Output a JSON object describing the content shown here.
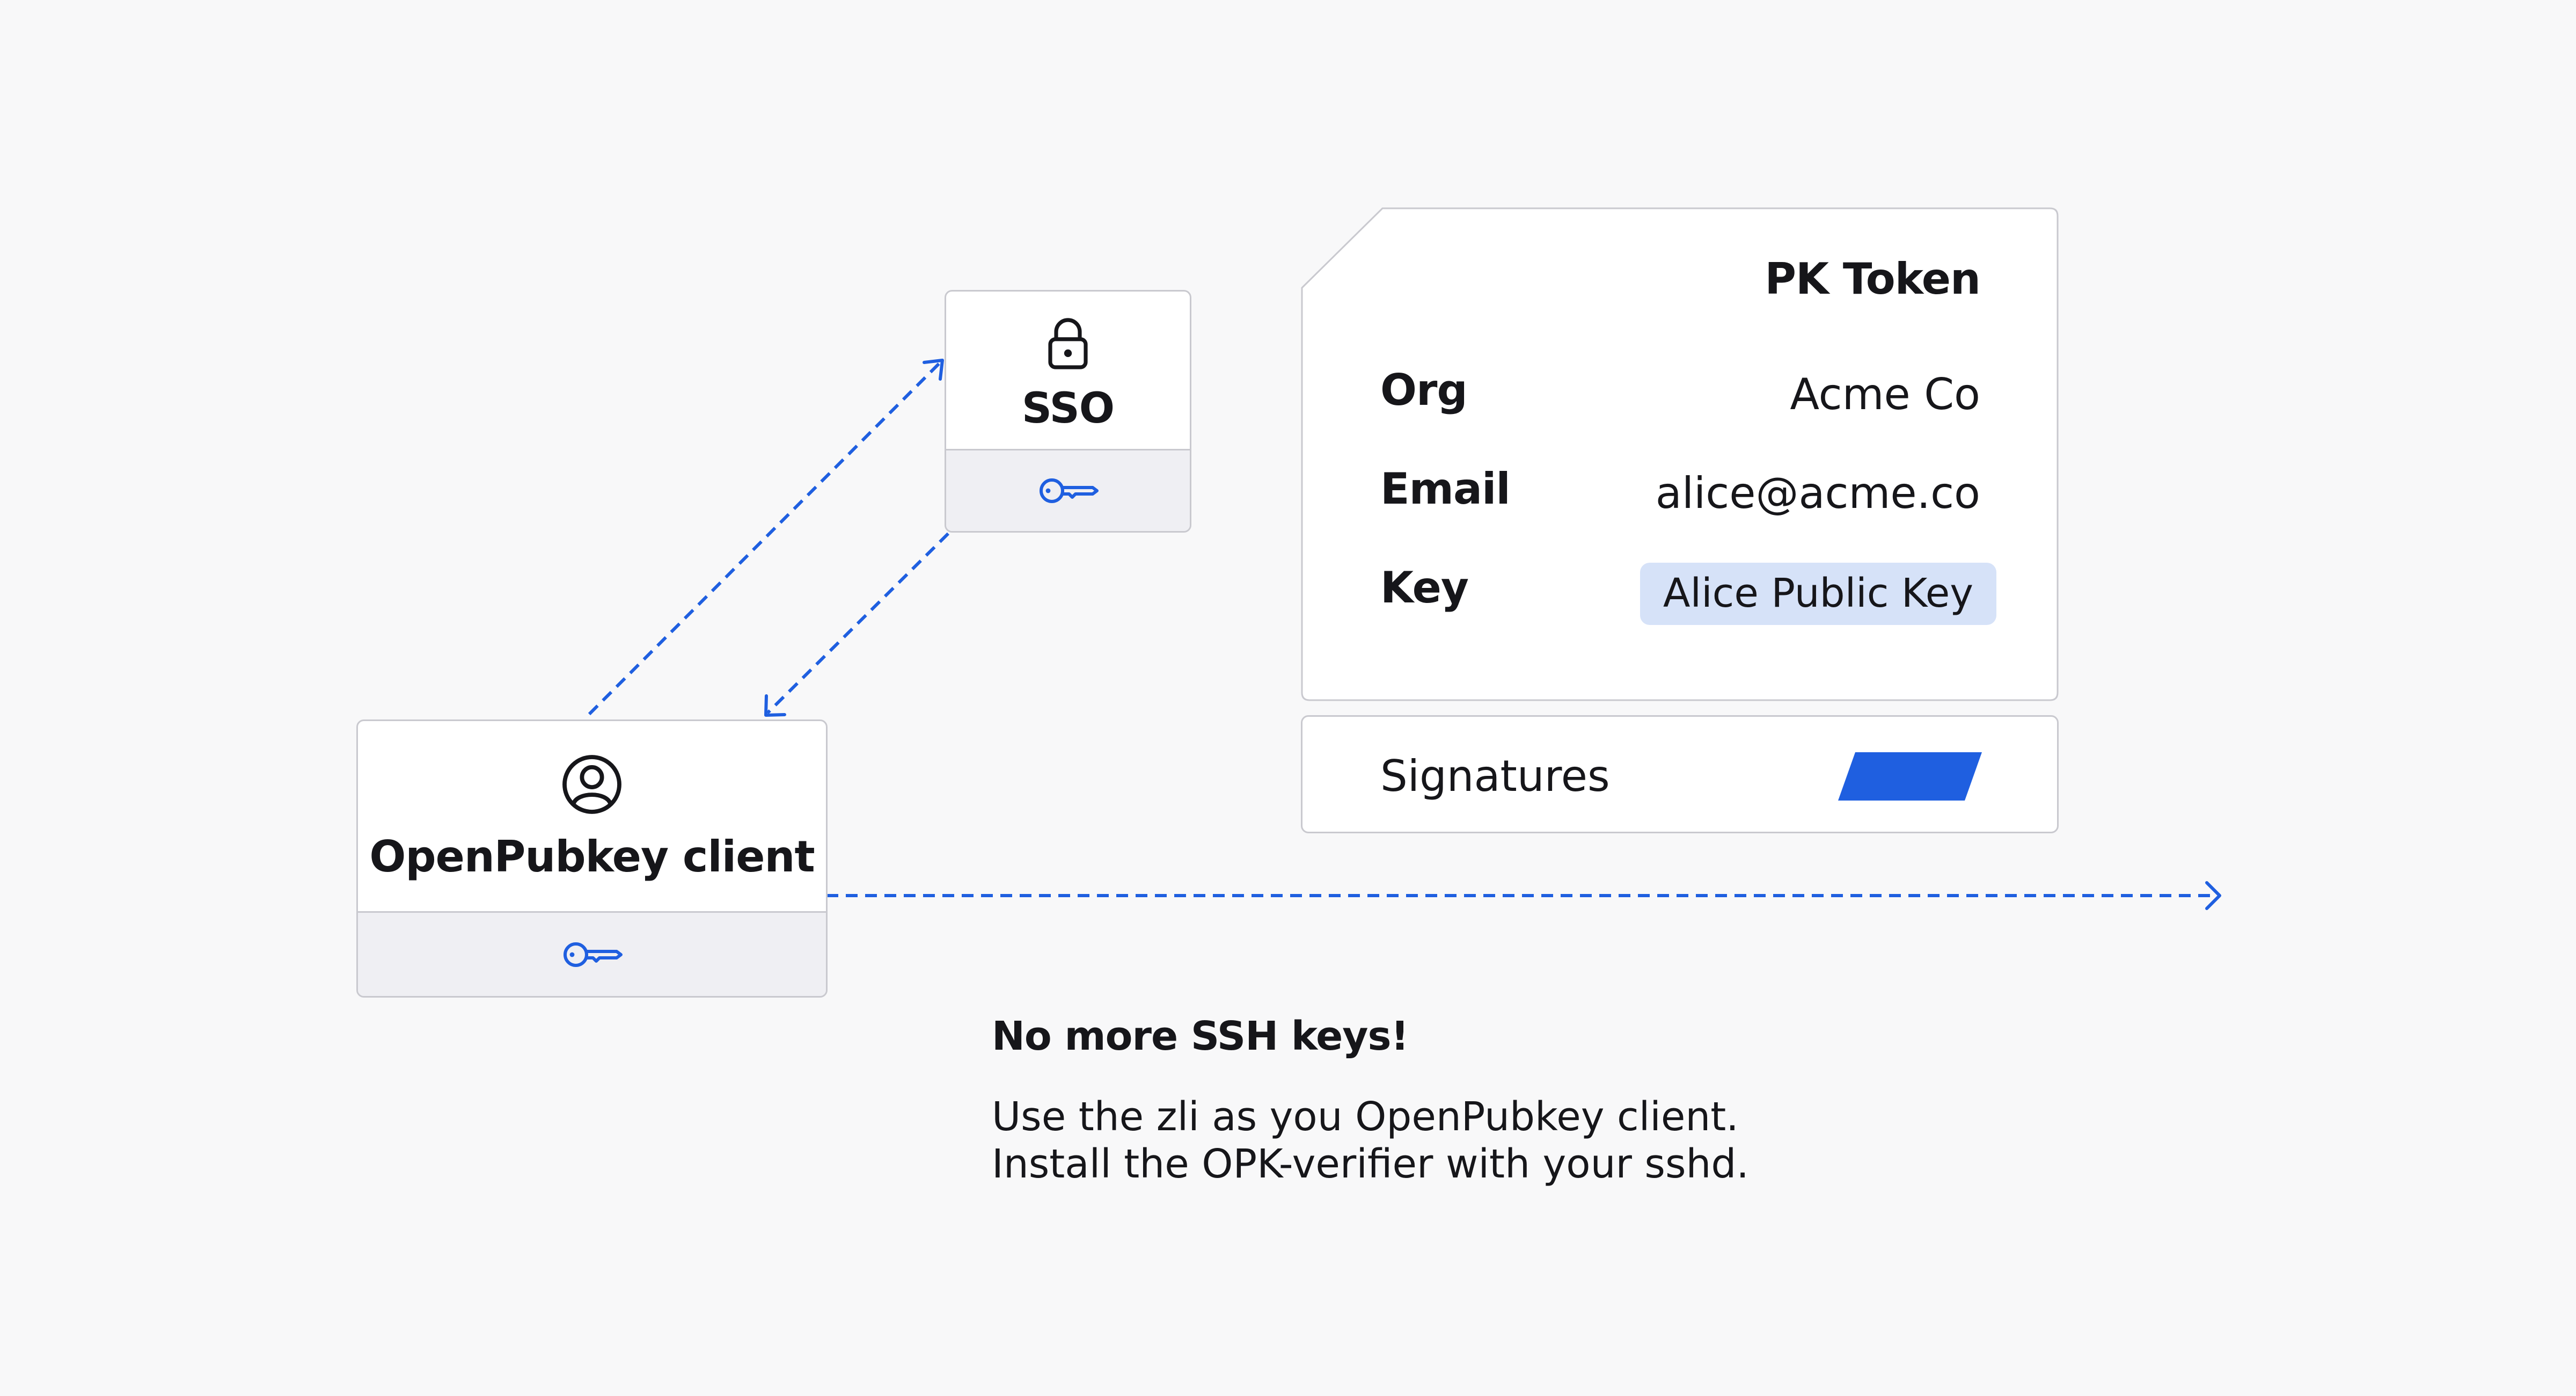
{
  "sso": {
    "label": "SSO",
    "icon": "lock-icon",
    "key_icon": "key-icon"
  },
  "client": {
    "label": "OpenPubkey client",
    "icon": "user-icon",
    "key_icon": "key-icon"
  },
  "pk_token": {
    "title": "PK Token",
    "rows": [
      {
        "label": "Org",
        "value": "Acme Co"
      },
      {
        "label": "Email",
        "value": "alice@acme.co"
      },
      {
        "label": "Key",
        "value": "Alice Public Key",
        "highlight": "#d6e2f8"
      }
    ]
  },
  "signatures": {
    "label": "Signatures",
    "mark_color": "#1f5fe0"
  },
  "caption": {
    "heading": "No more SSH keys!",
    "line1": "Use the zli as you OpenPubkey client.",
    "line2": "Install the OPK-verifier with your sshd."
  },
  "colors": {
    "accent": "#1f5fe0",
    "border": "#c9c9cf",
    "background": "#f8f8f9"
  }
}
